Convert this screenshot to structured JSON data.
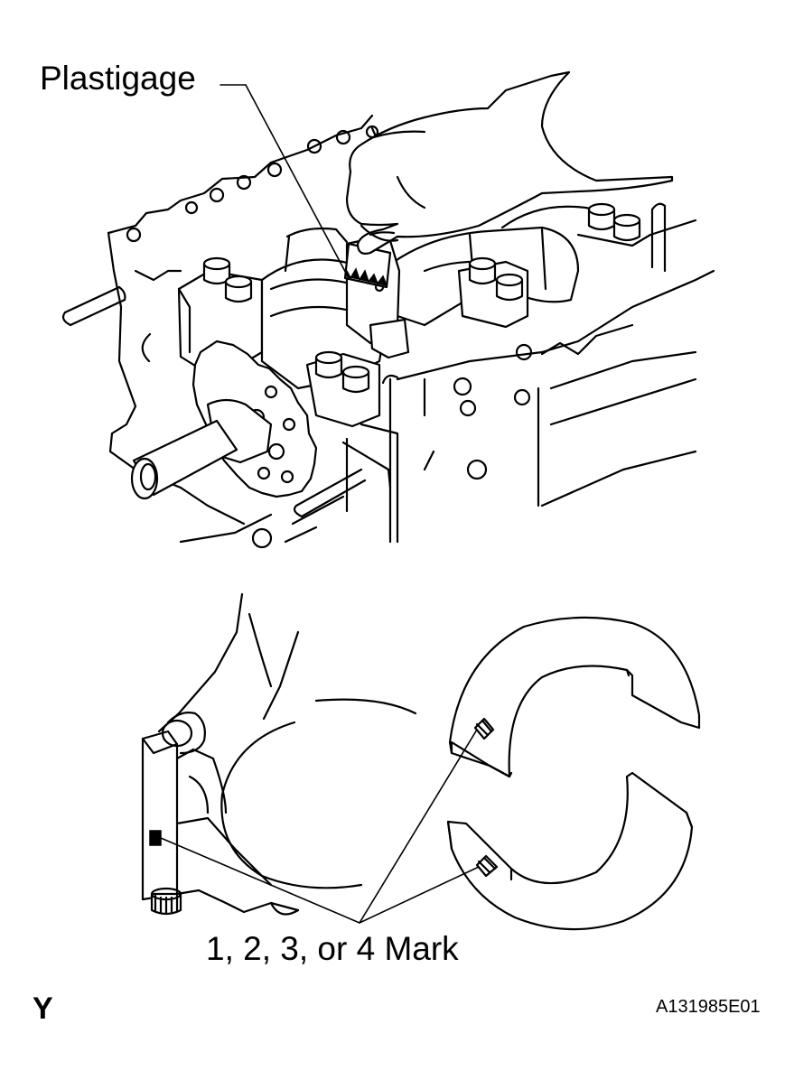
{
  "labels": {
    "plastigage": "Plastigage",
    "mark": "1, 2, 3, or 4 Mark",
    "view": "Y",
    "code": "A131985E01"
  },
  "colors": {
    "line": "#000000",
    "background": "#ffffff"
  }
}
